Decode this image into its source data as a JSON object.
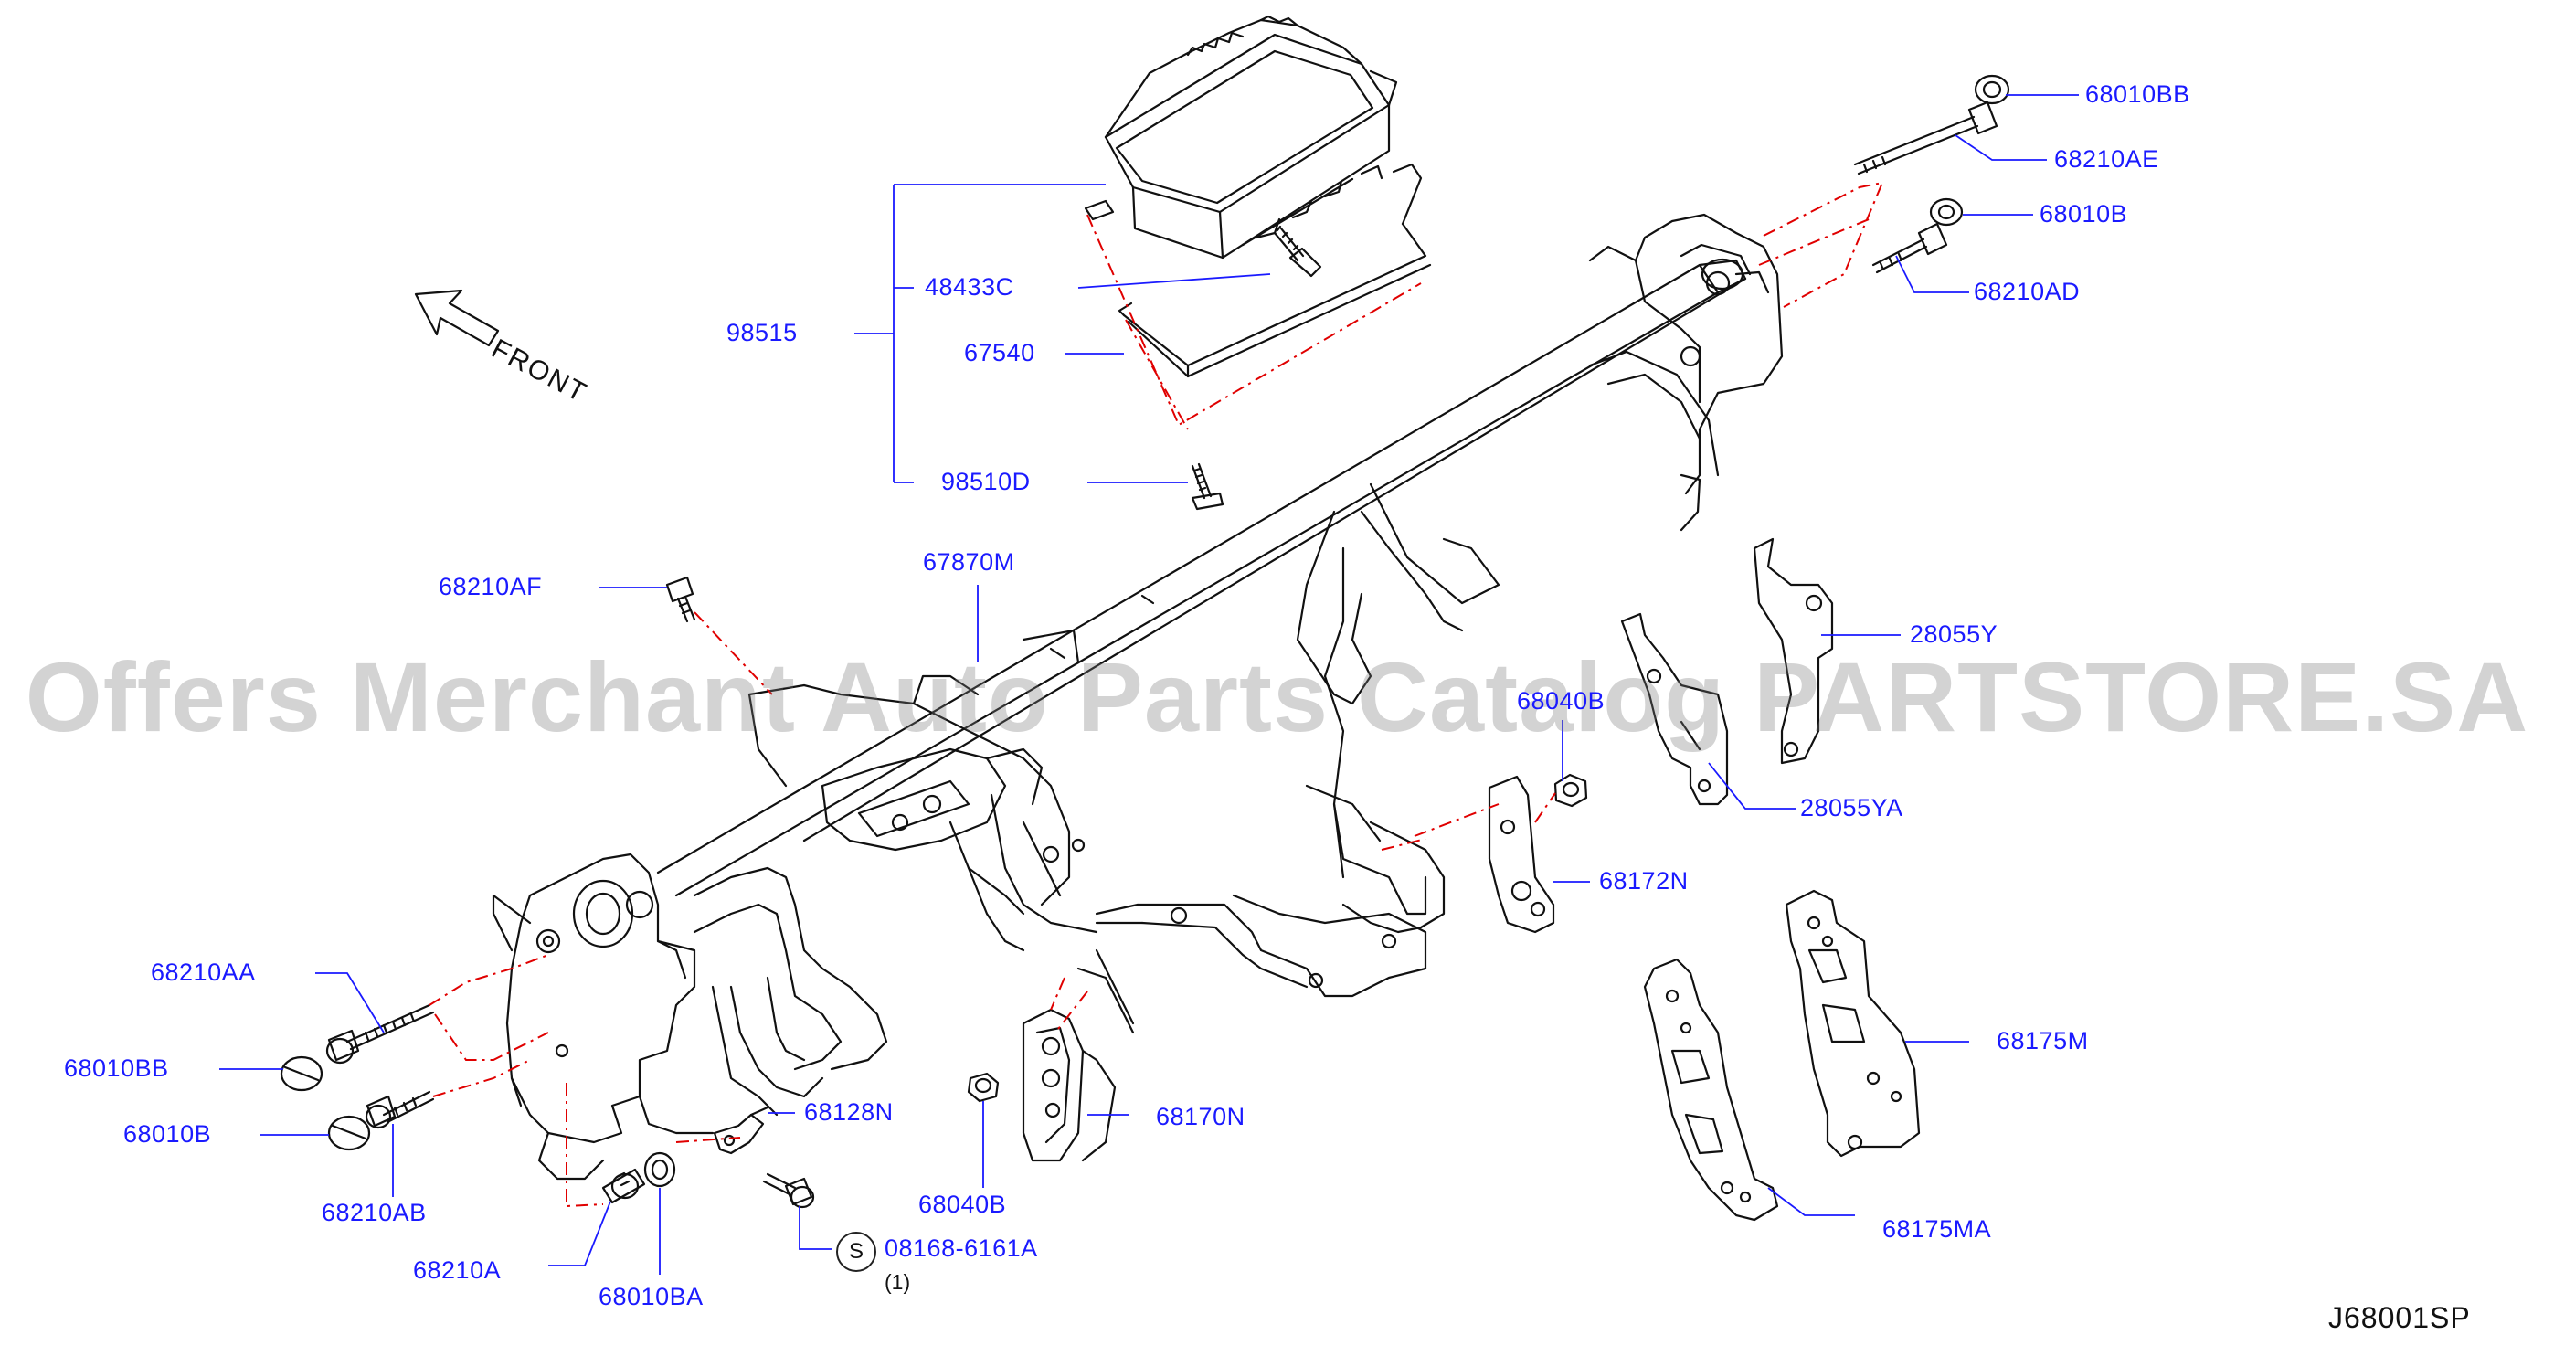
{
  "diagram": {
    "code": "J68001SP",
    "front_text": "FRONT",
    "watermark": "Offers Merchant Auto Parts Catalog PARTSTORE.SA",
    "colors": {
      "label": "#1a1aff",
      "leader": "#1a1aff",
      "dashed": "#e00000",
      "drawing": "#111111"
    },
    "parts": {
      "p98515": "98515",
      "p48433C": "48433C",
      "p67540": "67540",
      "p98510D": "98510D",
      "p68010BB_top": "68010BB",
      "p68210AE": "68210AE",
      "p68010B_top": "68010B",
      "p68210AD": "68210AD",
      "p67870M": "67870M",
      "p68210AF": "68210AF",
      "p28055Y": "28055Y",
      "p68040B_top": "68040B",
      "p28055YA": "28055YA",
      "p68172N": "68172N",
      "p68210AA": "68210AA",
      "p68010BB_left": "68010BB",
      "p68010B_left": "68010B",
      "p68210AB": "68210AB",
      "p68128N": "68128N",
      "p68170N": "68170N",
      "p68040B": "68040B",
      "p68175M": "68175M",
      "p68175MA": "68175MA",
      "p68210A": "68210A",
      "p68010BA": "68010BA",
      "p08168": "08168-6161A",
      "symbol_s": "S",
      "qty_08168": "(1)"
    }
  }
}
